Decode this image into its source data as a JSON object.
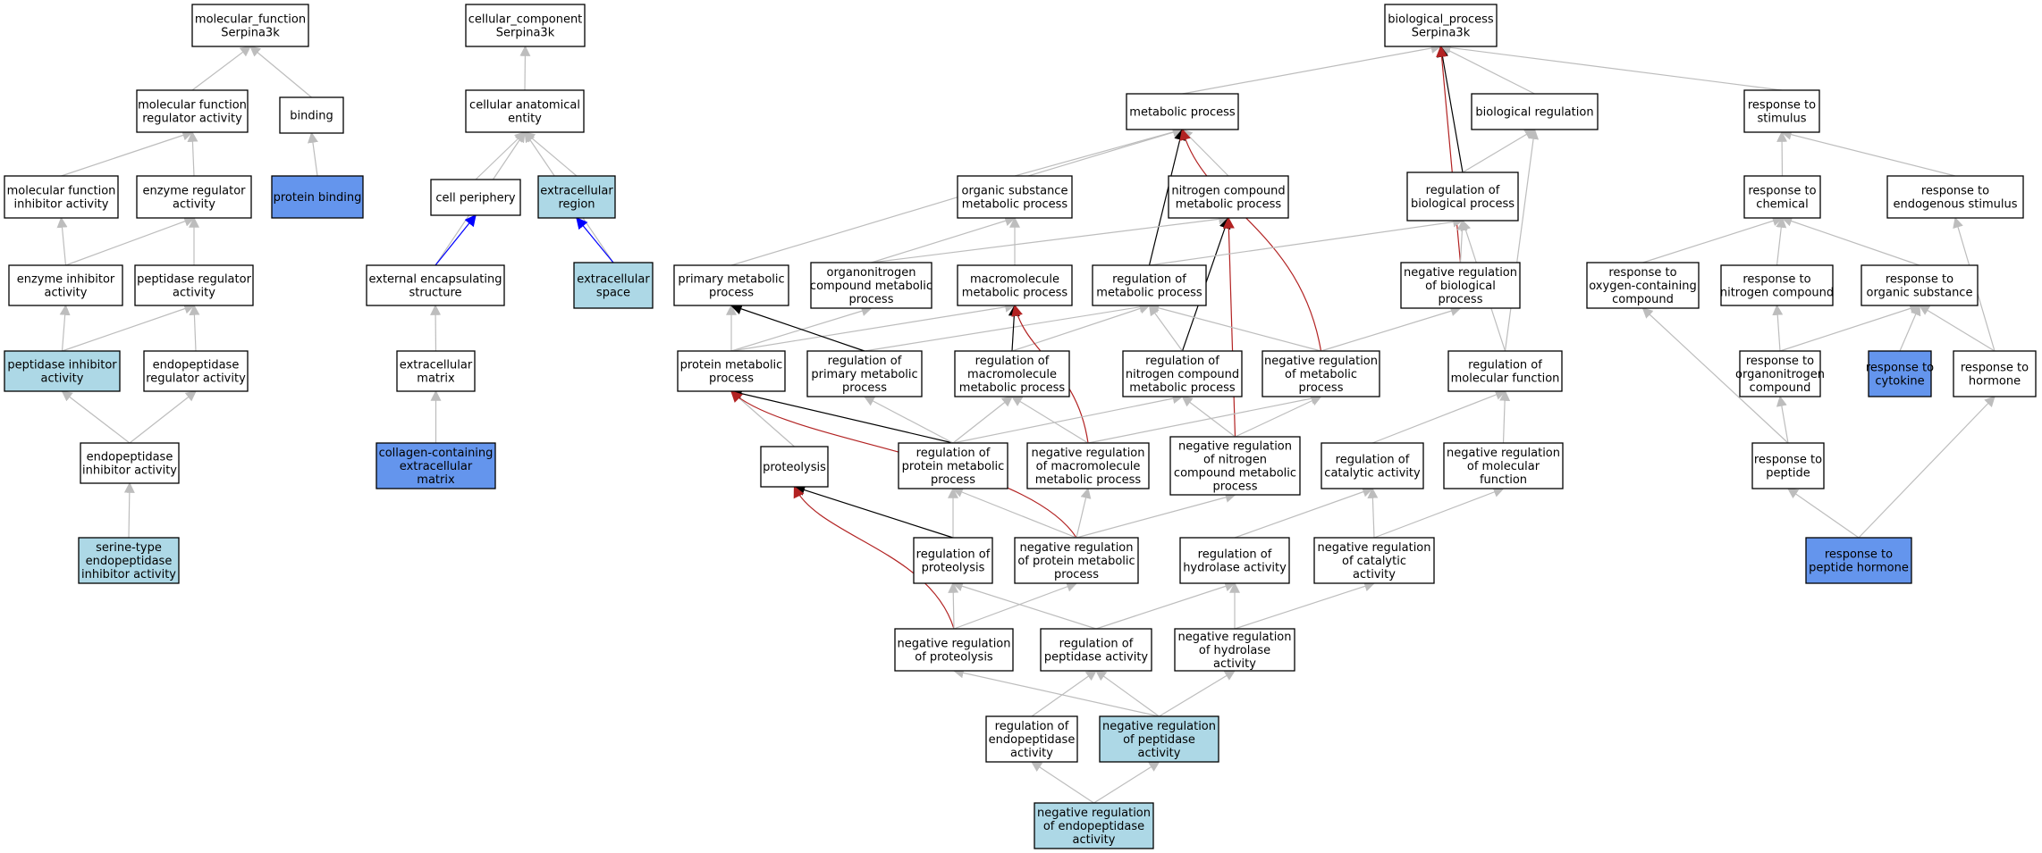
{
  "colors": {
    "plain": "#ffffff",
    "light": "#add8e6",
    "dark": "#6495ed",
    "edge_gray": "#bdbdbd",
    "edge_black": "#000000",
    "edge_red": "#b22222",
    "edge_blue": "#0000ff"
  },
  "nodes": [
    {
      "id": "mf",
      "lines": [
        "molecular_function",
        "Serpina3k"
      ],
      "fill": "plain"
    },
    {
      "id": "cc",
      "lines": [
        "cellular_component",
        "Serpina3k"
      ],
      "fill": "plain"
    },
    {
      "id": "bp",
      "lines": [
        "biological_process",
        "Serpina3k"
      ],
      "fill": "plain"
    },
    {
      "id": "mfra",
      "lines": [
        "molecular function",
        "regulator activity"
      ],
      "fill": "plain"
    },
    {
      "id": "binding",
      "lines": [
        "binding"
      ],
      "fill": "plain"
    },
    {
      "id": "cae",
      "lines": [
        "cellular anatomical",
        "entity"
      ],
      "fill": "plain"
    },
    {
      "id": "mp",
      "lines": [
        "metabolic process"
      ],
      "fill": "plain"
    },
    {
      "id": "breg",
      "lines": [
        "biological regulation"
      ],
      "fill": "plain"
    },
    {
      "id": "rstim",
      "lines": [
        "response to",
        "stimulus"
      ],
      "fill": "plain"
    },
    {
      "id": "mfia",
      "lines": [
        "molecular function",
        "inhibitor activity"
      ],
      "fill": "plain"
    },
    {
      "id": "era",
      "lines": [
        "enzyme regulator",
        "activity"
      ],
      "fill": "plain"
    },
    {
      "id": "pbind",
      "lines": [
        "protein binding"
      ],
      "fill": "dark"
    },
    {
      "id": "cperi",
      "lines": [
        "cell periphery"
      ],
      "fill": "plain"
    },
    {
      "id": "exreg",
      "lines": [
        "extracellular",
        "region"
      ],
      "fill": "light"
    },
    {
      "id": "osmp",
      "lines": [
        "organic substance",
        "metabolic process"
      ],
      "fill": "plain"
    },
    {
      "id": "ncmp",
      "lines": [
        "nitrogen compound",
        "metabolic process"
      ],
      "fill": "plain"
    },
    {
      "id": "rbp",
      "lines": [
        "regulation of",
        "biological process"
      ],
      "fill": "plain"
    },
    {
      "id": "rchem",
      "lines": [
        "response to",
        "chemical"
      ],
      "fill": "plain"
    },
    {
      "id": "rendo",
      "lines": [
        "response to",
        "endogenous stimulus"
      ],
      "fill": "plain"
    },
    {
      "id": "eia",
      "lines": [
        "enzyme inhibitor",
        "activity"
      ],
      "fill": "plain"
    },
    {
      "id": "pra",
      "lines": [
        "peptidase regulator",
        "activity"
      ],
      "fill": "plain"
    },
    {
      "id": "ees",
      "lines": [
        "external encapsulating",
        "structure"
      ],
      "fill": "plain"
    },
    {
      "id": "exsp",
      "lines": [
        "extracellular",
        "space"
      ],
      "fill": "light"
    },
    {
      "id": "pmp",
      "lines": [
        "primary metabolic",
        "process"
      ],
      "fill": "plain"
    },
    {
      "id": "oncmp",
      "lines": [
        "organonitrogen",
        "compound metabolic",
        "process"
      ],
      "fill": "plain"
    },
    {
      "id": "mmp",
      "lines": [
        "macromolecule",
        "metabolic process"
      ],
      "fill": "plain"
    },
    {
      "id": "rmp",
      "lines": [
        "regulation of",
        "metabolic process"
      ],
      "fill": "plain"
    },
    {
      "id": "nrbp",
      "lines": [
        "negative regulation",
        "of biological",
        "process"
      ],
      "fill": "plain"
    },
    {
      "id": "roxy",
      "lines": [
        "response to",
        "oxygen-containing",
        "compound"
      ],
      "fill": "plain"
    },
    {
      "id": "rnc",
      "lines": [
        "response to",
        "nitrogen compound"
      ],
      "fill": "plain"
    },
    {
      "id": "ros",
      "lines": [
        "response to",
        "organic substance"
      ],
      "fill": "plain"
    },
    {
      "id": "pia",
      "lines": [
        "peptidase inhibitor",
        "activity"
      ],
      "fill": "light"
    },
    {
      "id": "epra",
      "lines": [
        "endopeptidase",
        "regulator activity"
      ],
      "fill": "plain"
    },
    {
      "id": "exm",
      "lines": [
        "extracellular",
        "matrix"
      ],
      "fill": "plain"
    },
    {
      "id": "prmp",
      "lines": [
        "protein metabolic",
        "process"
      ],
      "fill": "plain"
    },
    {
      "id": "rpmp",
      "lines": [
        "regulation of",
        "primary metabolic",
        "process"
      ],
      "fill": "plain"
    },
    {
      "id": "rmmp",
      "lines": [
        "regulation of",
        "macromolecule",
        "metabolic process"
      ],
      "fill": "plain"
    },
    {
      "id": "rncmp",
      "lines": [
        "regulation of",
        "nitrogen compound",
        "metabolic process"
      ],
      "fill": "plain"
    },
    {
      "id": "nrmp",
      "lines": [
        "negative regulation",
        "of metabolic",
        "process"
      ],
      "fill": "plain"
    },
    {
      "id": "rmf",
      "lines": [
        "regulation of",
        "molecular function"
      ],
      "fill": "plain"
    },
    {
      "id": "rorgn",
      "lines": [
        "response to",
        "organonitrogen",
        "compound"
      ],
      "fill": "plain"
    },
    {
      "id": "rcyt",
      "lines": [
        "response to",
        "cytokine"
      ],
      "fill": "dark"
    },
    {
      "id": "rhorm",
      "lines": [
        "response to",
        "hormone"
      ],
      "fill": "plain"
    },
    {
      "id": "epia",
      "lines": [
        "endopeptidase",
        "inhibitor activity"
      ],
      "fill": "plain"
    },
    {
      "id": "ccem",
      "lines": [
        "collagen-containing",
        "extracellular",
        "matrix"
      ],
      "fill": "dark"
    },
    {
      "id": "prot",
      "lines": [
        "proteolysis"
      ],
      "fill": "plain"
    },
    {
      "id": "rprmp",
      "lines": [
        "regulation of",
        "protein metabolic",
        "process"
      ],
      "fill": "plain"
    },
    {
      "id": "nrmmp",
      "lines": [
        "negative regulation",
        "of macromolecule",
        "metabolic process"
      ],
      "fill": "plain"
    },
    {
      "id": "nrncmp",
      "lines": [
        "negative regulation",
        "of nitrogen",
        "compound metabolic",
        "process"
      ],
      "fill": "plain"
    },
    {
      "id": "rca",
      "lines": [
        "regulation of",
        "catalytic activity"
      ],
      "fill": "plain"
    },
    {
      "id": "nrmf",
      "lines": [
        "negative regulation",
        "of molecular",
        "function"
      ],
      "fill": "plain"
    },
    {
      "id": "rpep",
      "lines": [
        "response to",
        "peptide"
      ],
      "fill": "plain"
    },
    {
      "id": "stepia",
      "lines": [
        "serine-type",
        "endopeptidase",
        "inhibitor activity"
      ],
      "fill": "light"
    },
    {
      "id": "rprot",
      "lines": [
        "regulation of",
        "proteolysis"
      ],
      "fill": "plain"
    },
    {
      "id": "nrprmp",
      "lines": [
        "negative regulation",
        "of protein metabolic",
        "process"
      ],
      "fill": "plain"
    },
    {
      "id": "rha",
      "lines": [
        "regulation of",
        "hydrolase activity"
      ],
      "fill": "plain"
    },
    {
      "id": "nrca",
      "lines": [
        "negative regulation",
        "of catalytic",
        "activity"
      ],
      "fill": "plain"
    },
    {
      "id": "rph",
      "lines": [
        "response to",
        "peptide hormone"
      ],
      "fill": "dark"
    },
    {
      "id": "nrprot",
      "lines": [
        "negative regulation",
        "of proteolysis"
      ],
      "fill": "plain"
    },
    {
      "id": "rpa",
      "lines": [
        "regulation of",
        "peptidase activity"
      ],
      "fill": "plain"
    },
    {
      "id": "nrha",
      "lines": [
        "negative regulation",
        "of hydrolase",
        "activity"
      ],
      "fill": "plain"
    },
    {
      "id": "repa",
      "lines": [
        "regulation of",
        "endopeptidase",
        "activity"
      ],
      "fill": "plain"
    },
    {
      "id": "nrpa",
      "lines": [
        "negative regulation",
        "of peptidase",
        "activity"
      ],
      "fill": "light"
    },
    {
      "id": "nrepa",
      "lines": [
        "negative regulation",
        "of endopeptidase",
        "activity"
      ],
      "fill": "light"
    }
  ],
  "edges": [
    {
      "from": "mfra",
      "to": "mf",
      "color": "edge_gray"
    },
    {
      "from": "binding",
      "to": "mf",
      "color": "edge_gray"
    },
    {
      "from": "mfia",
      "to": "mfra",
      "color": "edge_gray"
    },
    {
      "from": "era",
      "to": "mfra",
      "color": "edge_gray"
    },
    {
      "from": "pbind",
      "to": "binding",
      "color": "edge_gray"
    },
    {
      "from": "eia",
      "to": "mfia",
      "color": "edge_gray"
    },
    {
      "from": "eia",
      "to": "era",
      "color": "edge_gray"
    },
    {
      "from": "pra",
      "to": "era",
      "color": "edge_gray"
    },
    {
      "from": "pia",
      "to": "eia",
      "color": "edge_gray"
    },
    {
      "from": "pia",
      "to": "pra",
      "color": "edge_gray"
    },
    {
      "from": "epra",
      "to": "pra",
      "color": "edge_gray"
    },
    {
      "from": "epia",
      "to": "pia",
      "color": "edge_gray"
    },
    {
      "from": "epia",
      "to": "epra",
      "color": "edge_gray"
    },
    {
      "from": "stepia",
      "to": "epia",
      "color": "edge_gray"
    },
    {
      "from": "cae",
      "to": "cc",
      "color": "edge_gray"
    },
    {
      "from": "cperi",
      "to": "cae",
      "color": "edge_gray"
    },
    {
      "from": "exreg",
      "to": "cae",
      "color": "edge_gray"
    },
    {
      "from": "ees",
      "to": "cae",
      "color": "edge_gray"
    },
    {
      "from": "exsp",
      "to": "cae",
      "color": "edge_gray"
    },
    {
      "from": "ees",
      "to": "cperi",
      "color": "edge_blue"
    },
    {
      "from": "exsp",
      "to": "exreg",
      "color": "edge_blue"
    },
    {
      "from": "exm",
      "to": "ees",
      "color": "edge_gray"
    },
    {
      "from": "ccem",
      "to": "exm",
      "color": "edge_gray"
    },
    {
      "from": "mp",
      "to": "bp",
      "color": "edge_gray"
    },
    {
      "from": "breg",
      "to": "bp",
      "color": "edge_gray"
    },
    {
      "from": "rstim",
      "to": "bp",
      "color": "edge_gray"
    },
    {
      "from": "rbp",
      "to": "bp",
      "color": "edge_black"
    },
    {
      "from": "nrbp",
      "to": "bp",
      "color": "edge_red"
    },
    {
      "from": "rbp",
      "to": "breg",
      "color": "edge_gray"
    },
    {
      "from": "rmf",
      "to": "breg",
      "color": "edge_gray"
    },
    {
      "from": "nrbp",
      "to": "rbp",
      "color": "edge_gray"
    },
    {
      "from": "osmp",
      "to": "mp",
      "color": "edge_gray"
    },
    {
      "from": "ncmp",
      "to": "mp",
      "color": "edge_gray"
    },
    {
      "from": "pmp",
      "to": "mp",
      "color": "edge_gray"
    },
    {
      "from": "rmp",
      "to": "mp",
      "color": "edge_black"
    },
    {
      "from": "nrmp",
      "to": "mp",
      "color": "edge_red"
    },
    {
      "from": "oncmp",
      "to": "osmp",
      "color": "edge_gray"
    },
    {
      "from": "mmp",
      "to": "osmp",
      "color": "edge_gray"
    },
    {
      "from": "oncmp",
      "to": "ncmp",
      "color": "edge_gray"
    },
    {
      "from": "rncmp",
      "to": "ncmp",
      "color": "edge_black"
    },
    {
      "from": "nrncmp",
      "to": "ncmp",
      "color": "edge_red"
    },
    {
      "from": "rmp",
      "to": "rbp",
      "color": "edge_gray"
    },
    {
      "from": "nrmp",
      "to": "rmp",
      "color": "edge_gray"
    },
    {
      "from": "nrmp",
      "to": "nrbp",
      "color": "edge_gray"
    },
    {
      "from": "prmp",
      "to": "pmp",
      "color": "edge_gray"
    },
    {
      "from": "prmp",
      "to": "oncmp",
      "color": "edge_gray"
    },
    {
      "from": "prmp",
      "to": "mmp",
      "color": "edge_gray"
    },
    {
      "from": "rpmp",
      "to": "pmp",
      "color": "edge_black"
    },
    {
      "from": "rpmp",
      "to": "rmp",
      "color": "edge_gray"
    },
    {
      "from": "rmmp",
      "to": "mmp",
      "color": "edge_black"
    },
    {
      "from": "rmmp",
      "to": "rmp",
      "color": "edge_gray"
    },
    {
      "from": "rncmp",
      "to": "rmp",
      "color": "edge_gray"
    },
    {
      "from": "nrmmp",
      "to": "mmp",
      "color": "edge_red"
    },
    {
      "from": "nrmmp",
      "to": "rmmp",
      "color": "edge_gray"
    },
    {
      "from": "nrmmp",
      "to": "nrmp",
      "color": "edge_gray"
    },
    {
      "from": "nrncmp",
      "to": "rncmp",
      "color": "edge_gray"
    },
    {
      "from": "nrncmp",
      "to": "nrmp",
      "color": "edge_gray"
    },
    {
      "from": "prot",
      "to": "prmp",
      "color": "edge_gray"
    },
    {
      "from": "rprmp",
      "to": "prmp",
      "color": "edge_black"
    },
    {
      "from": "rprmp",
      "to": "rpmp",
      "color": "edge_gray"
    },
    {
      "from": "rprmp",
      "to": "rmmp",
      "color": "edge_gray"
    },
    {
      "from": "rprmp",
      "to": "rncmp",
      "color": "edge_gray"
    },
    {
      "from": "nrprmp",
      "to": "prmp",
      "color": "edge_red"
    },
    {
      "from": "nrprmp",
      "to": "rprmp",
      "color": "edge_gray"
    },
    {
      "from": "nrprmp",
      "to": "nrmmp",
      "color": "edge_gray"
    },
    {
      "from": "nrprmp",
      "to": "nrncmp",
      "color": "edge_gray"
    },
    {
      "from": "rprot",
      "to": "prot",
      "color": "edge_black"
    },
    {
      "from": "rprot",
      "to": "rprmp",
      "color": "edge_gray"
    },
    {
      "from": "nrprot",
      "to": "prot",
      "color": "edge_red"
    },
    {
      "from": "nrprot",
      "to": "rprot",
      "color": "edge_gray"
    },
    {
      "from": "nrprot",
      "to": "nrprmp",
      "color": "edge_gray"
    },
    {
      "from": "rmf",
      "to": "rbp",
      "color": "edge_gray"
    },
    {
      "from": "rca",
      "to": "rmf",
      "color": "edge_gray"
    },
    {
      "from": "nrmf",
      "to": "rmf",
      "color": "edge_gray"
    },
    {
      "from": "rha",
      "to": "rca",
      "color": "edge_gray"
    },
    {
      "from": "nrca",
      "to": "rca",
      "color": "edge_gray"
    },
    {
      "from": "nrca",
      "to": "nrmf",
      "color": "edge_gray"
    },
    {
      "from": "rpa",
      "to": "rprot",
      "color": "edge_gray"
    },
    {
      "from": "rpa",
      "to": "rha",
      "color": "edge_gray"
    },
    {
      "from": "nrha",
      "to": "rha",
      "color": "edge_gray"
    },
    {
      "from": "nrha",
      "to": "nrca",
      "color": "edge_gray"
    },
    {
      "from": "repa",
      "to": "rpa",
      "color": "edge_gray"
    },
    {
      "from": "nrpa",
      "to": "nrprot",
      "color": "edge_gray"
    },
    {
      "from": "nrpa",
      "to": "rpa",
      "color": "edge_gray"
    },
    {
      "from": "nrpa",
      "to": "nrha",
      "color": "edge_gray"
    },
    {
      "from": "nrepa",
      "to": "repa",
      "color": "edge_gray"
    },
    {
      "from": "nrepa",
      "to": "nrpa",
      "color": "edge_gray"
    },
    {
      "from": "rchem",
      "to": "rstim",
      "color": "edge_gray"
    },
    {
      "from": "rendo",
      "to": "rstim",
      "color": "edge_gray"
    },
    {
      "from": "roxy",
      "to": "rchem",
      "color": "edge_gray"
    },
    {
      "from": "rnc",
      "to": "rchem",
      "color": "edge_gray"
    },
    {
      "from": "ros",
      "to": "rchem",
      "color": "edge_gray"
    },
    {
      "from": "rorgn",
      "to": "ros",
      "color": "edge_gray"
    },
    {
      "from": "rcyt",
      "to": "ros",
      "color": "edge_gray"
    },
    {
      "from": "rhorm",
      "to": "ros",
      "color": "edge_gray"
    },
    {
      "from": "rhorm",
      "to": "rendo",
      "color": "edge_gray"
    },
    {
      "from": "rorgn",
      "to": "rnc",
      "color": "edge_gray"
    },
    {
      "from": "rpep",
      "to": "rorgn",
      "color": "edge_gray"
    },
    {
      "from": "rpep",
      "to": "roxy",
      "color": "edge_gray"
    },
    {
      "from": "rph",
      "to": "rpep",
      "color": "edge_gray"
    },
    {
      "from": "rph",
      "to": "rhorm",
      "color": "edge_gray"
    }
  ]
}
